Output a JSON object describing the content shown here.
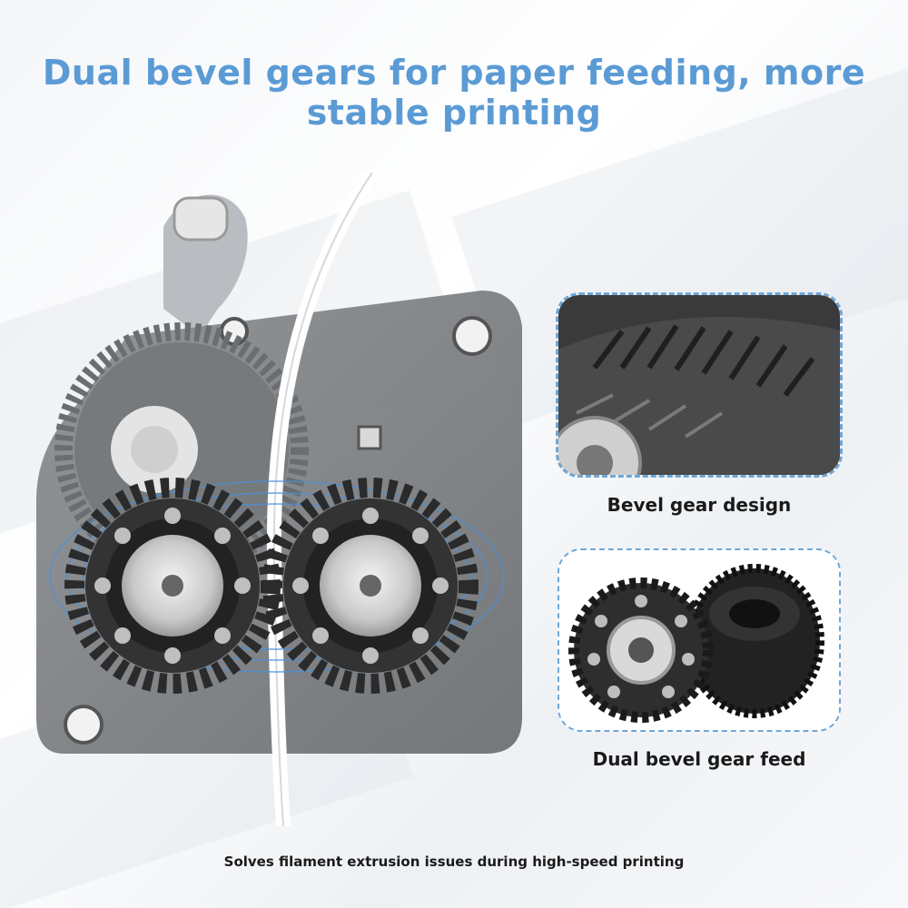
{
  "headline": "Dual bevel gears for paper feeding, more stable printing",
  "detail_1": {
    "caption": "Bevel gear design",
    "icon": "bevel-gear-closeup-icon"
  },
  "detail_2": {
    "caption": "Dual bevel gear feed",
    "icon": "dual-gear-pair-icon"
  },
  "footer": {
    "caption": "Solves filament extrusion issues during high-speed printing"
  },
  "colors": {
    "accent": "#5b9bd5",
    "frame_border": "#6fa7d6",
    "body_gray": "#7a7d80",
    "gear_dark": "#2b2b2b",
    "text": "#1a1a1a"
  }
}
